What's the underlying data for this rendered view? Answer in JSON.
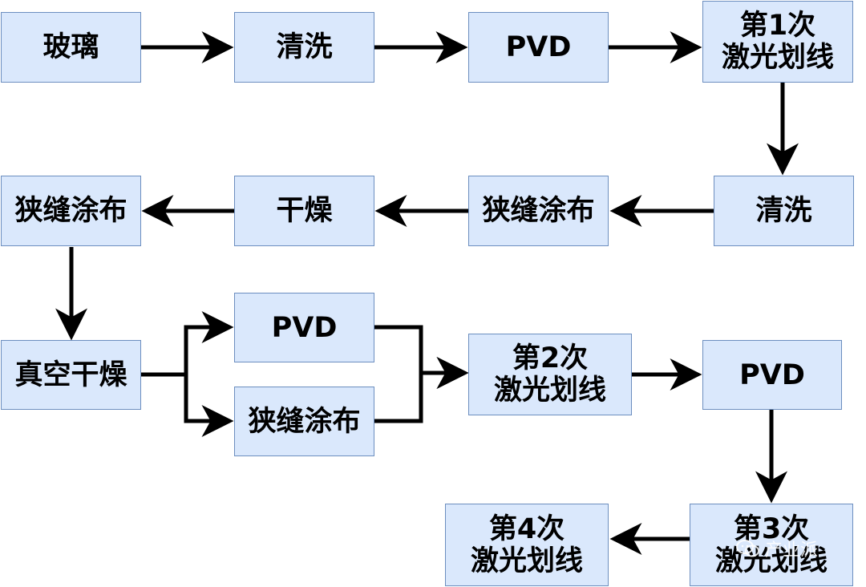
{
  "colors": {
    "node_fill": "#dae8fc",
    "node_border": "#6c8ebf",
    "arrow": "#000000",
    "text": "#000000"
  },
  "nodes": {
    "glass": "玻璃",
    "clean1": "清洗",
    "pvd1": "PVD",
    "laser1": "第1次\n激光划线",
    "clean2": "清洗",
    "slot_coat1": "狭缝涂布",
    "dry1": "干燥",
    "slot_coat2": "狭缝涂布",
    "vacuum_dry": "真空干燥",
    "pvd2": "PVD",
    "slot_coat3": "狭缝涂布",
    "laser2": "第2次\n激光划线",
    "pvd3": "PVD",
    "laser3": "第3次\n激光划线",
    "laser4": "第4次\n激光划线"
  },
  "watermark": {
    "text": "产业派",
    "icon": "wechat-icon"
  }
}
